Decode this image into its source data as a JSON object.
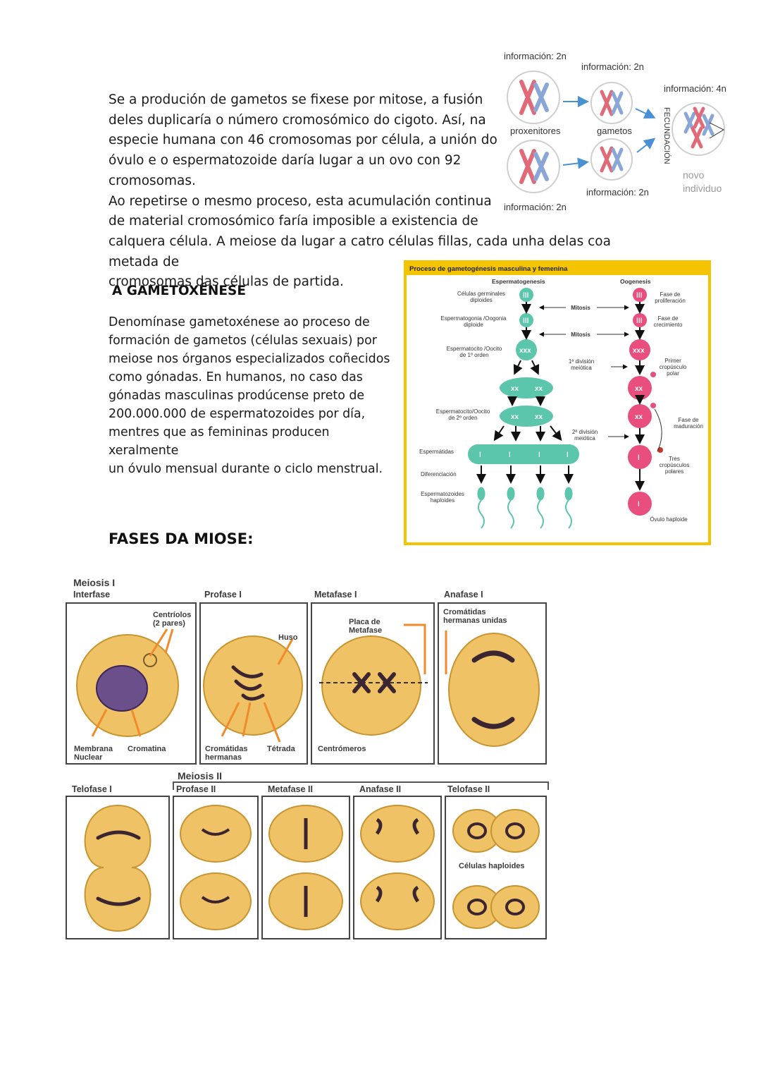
{
  "intro": {
    "lines": [
      "Se a produción de gametos se fixese por mitose, a fusión",
      "deles duplicaría o número cromosómico do cigoto. Así, na",
      "especie humana con 46 cromosomas por célula, a unión do",
      "óvulo e o espermatozoide daría lugar a un ovo con 92",
      "cromosomas.",
      "Ao repetirse o mesmo proceso, esta acumulación continua",
      "de material cromosómico faría imposible a existencia de",
      "calquera célula. A meiose da lugar a catro células fillas, cada unha delas coa metada de",
      "cromosomas das células de partida."
    ]
  },
  "mitosis_diagram": {
    "info_top_left": "información: 2n",
    "info_top_mid": "información: 2n",
    "info_right": "información: 4n",
    "label_parents": "proxenitores",
    "label_gametes": "gametos",
    "label_fecundation": "FECUNDACIÓN",
    "info_bottom_left": "información: 2n",
    "info_bottom_mid": "información: 2n",
    "new_individual_1": "novo",
    "new_individual_2": "individuo"
  },
  "gametogenesis_section": {
    "heading": "A GAMETOXÉNESE",
    "lines": [
      "Denomínase gametoxénese ao proceso de",
      "formación de gametos (células sexuais) por",
      "meiose nos órganos especializados coñecidos",
      "como gónadas. En humanos, no caso das",
      "gónadas masculinas prodúcense preto de",
      "200.000.000 de espermatozoides por día,",
      "mentres que as femininas producen xeralmente",
      "un óvulo mensual durante o ciclo menstrual."
    ]
  },
  "gametogenesis_figure": {
    "title": "Proceso de gametogénesis masculina y femenina",
    "col_male": "Espermatogenesis",
    "col_female": "Oogenesis",
    "l_germ_1": "Células germinales",
    "l_germ_2": "diploides",
    "l_gonia_1": "Espermatogonia /Oogonia",
    "l_gonia_2": "diploide",
    "l_cyte1_1": "Espermatocito /Oocito",
    "l_cyte1_2": "de 1º orden",
    "l_cyte2_1": "Espermatocito/Oocito",
    "l_cyte2_2": "de 2º orden",
    "l_spermatids": "Espermátidas",
    "l_diff": "Diferenciación",
    "l_sperm_1": "Espermatozoides",
    "l_sperm_2": "haploides",
    "mitosis_1": "Mitosis",
    "mitosis_2": "Mitosis",
    "div1_1": "1ª división",
    "div1_2": "meiótica",
    "div2_1": "2ª división",
    "div2_2": "meiótica",
    "f_prolif_1": "Fase de",
    "f_prolif_2": "proliferación",
    "f_growth_1": "Fase de",
    "f_growth_2": "crecimiento",
    "polar1_1": "Primer",
    "polar1_2": "cropúsculo",
    "polar1_3": "polar",
    "f_mature_1": "Fase de",
    "f_mature_2": "maduración",
    "polar3_1": "Tres",
    "polar3_2": "cropúsculos",
    "polar3_3": "polares",
    "ovule": "Óvulo haploide"
  },
  "phases_heading": "FASES DA MIOSE:",
  "meiosis_figure": {
    "meiosis1_title": "Meiosis I",
    "interfase": "Interfase",
    "profase1": "Profase I",
    "metafase1": "Metafase I",
    "anafase1": "Anafase I",
    "centriolos_1": "Centríolos",
    "centriolos_2": "(2 pares)",
    "huso": "Huso",
    "placa_1": "Placa de",
    "placa_2": "Metafase",
    "cromatidas_unidas_1": "Cromátidas",
    "cromatidas_unidas_2": "hermanas unidas",
    "membrana_1": "Membrana",
    "membrana_2": "Nuclear",
    "cromatina": "Cromatina",
    "cromatidas_herm_1": "Cromátidas",
    "cromatidas_herm_2": "hermanas",
    "tetrada": "Tétrada",
    "centromeros": "Centrómeros",
    "meiosis2_title": "Meiosis II",
    "telofase1": "Telofase  I",
    "profase2": "Profase II",
    "metafase2": "Metafase II",
    "anafase2": "Anafase II",
    "telofase2": "Telofase II",
    "celulas_haploides": "Células haploides"
  },
  "colors": {
    "gold_frame": "#f5c400",
    "teal_cell": "#5cc6ad",
    "pink_cell": "#e84f7f",
    "cell_yellow": "#f0c266",
    "chrom_red": "#e06a78",
    "chrom_blue": "#8aa6d6",
    "arrow_blue": "#4a90d4",
    "arrow_orange": "#f08a2a"
  }
}
